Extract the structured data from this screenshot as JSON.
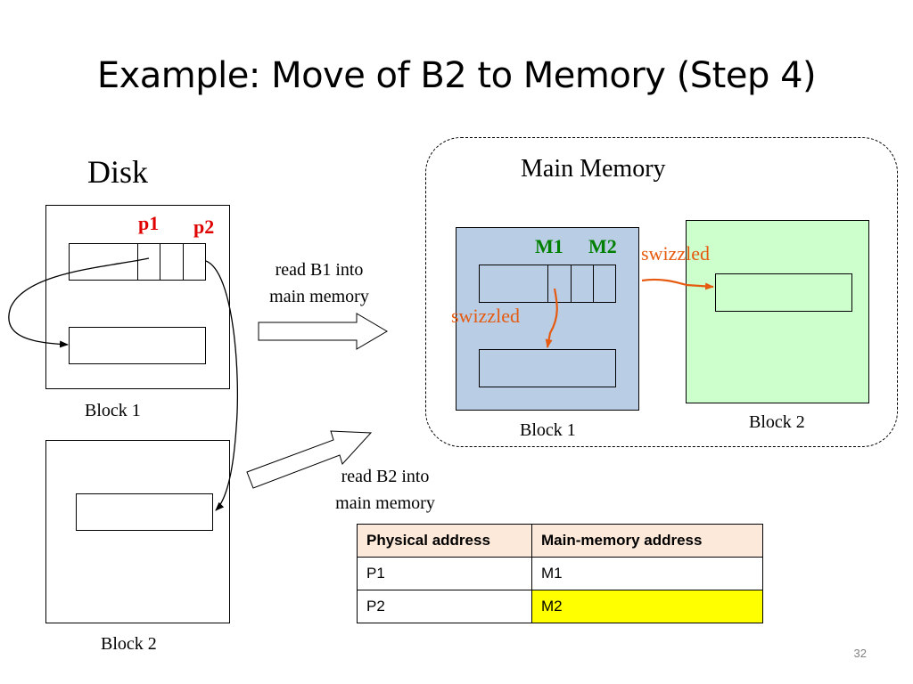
{
  "title": "Example: Move of B2 to Memory (Step 4)",
  "disk": {
    "label": "Disk",
    "block1_label": "Block 1",
    "block2_label": "Block 2",
    "p1_label": "p1",
    "p2_label": "p2"
  },
  "arrows": {
    "read_b1_line1": "read  B1 into",
    "read_b1_line2": "main memory",
    "read_b2_line1": "read  B2 into",
    "read_b2_line2": "main memory"
  },
  "main_memory": {
    "label": "Main Memory",
    "block1_label": "Block 1",
    "block2_label": "Block 2",
    "m1_label": "M1",
    "m2_label": "M2",
    "swizzled_top": "swizzled",
    "swizzled_inner": "swizzled"
  },
  "table": {
    "headers": [
      "Physical address",
      "Main-memory address"
    ],
    "rows": [
      [
        "P1",
        "M1"
      ],
      [
        "P2",
        "M2"
      ]
    ]
  },
  "colors": {
    "pointer_label_red": "#e00000",
    "m_label_green": "#008000",
    "swizzled_orange": "#e65a10",
    "block1_fill": "#b9cde5",
    "block2_fill": "#ccffcc",
    "highlight": "#ffff00",
    "header_fill": "#fde9d9"
  },
  "slide_number": "32"
}
